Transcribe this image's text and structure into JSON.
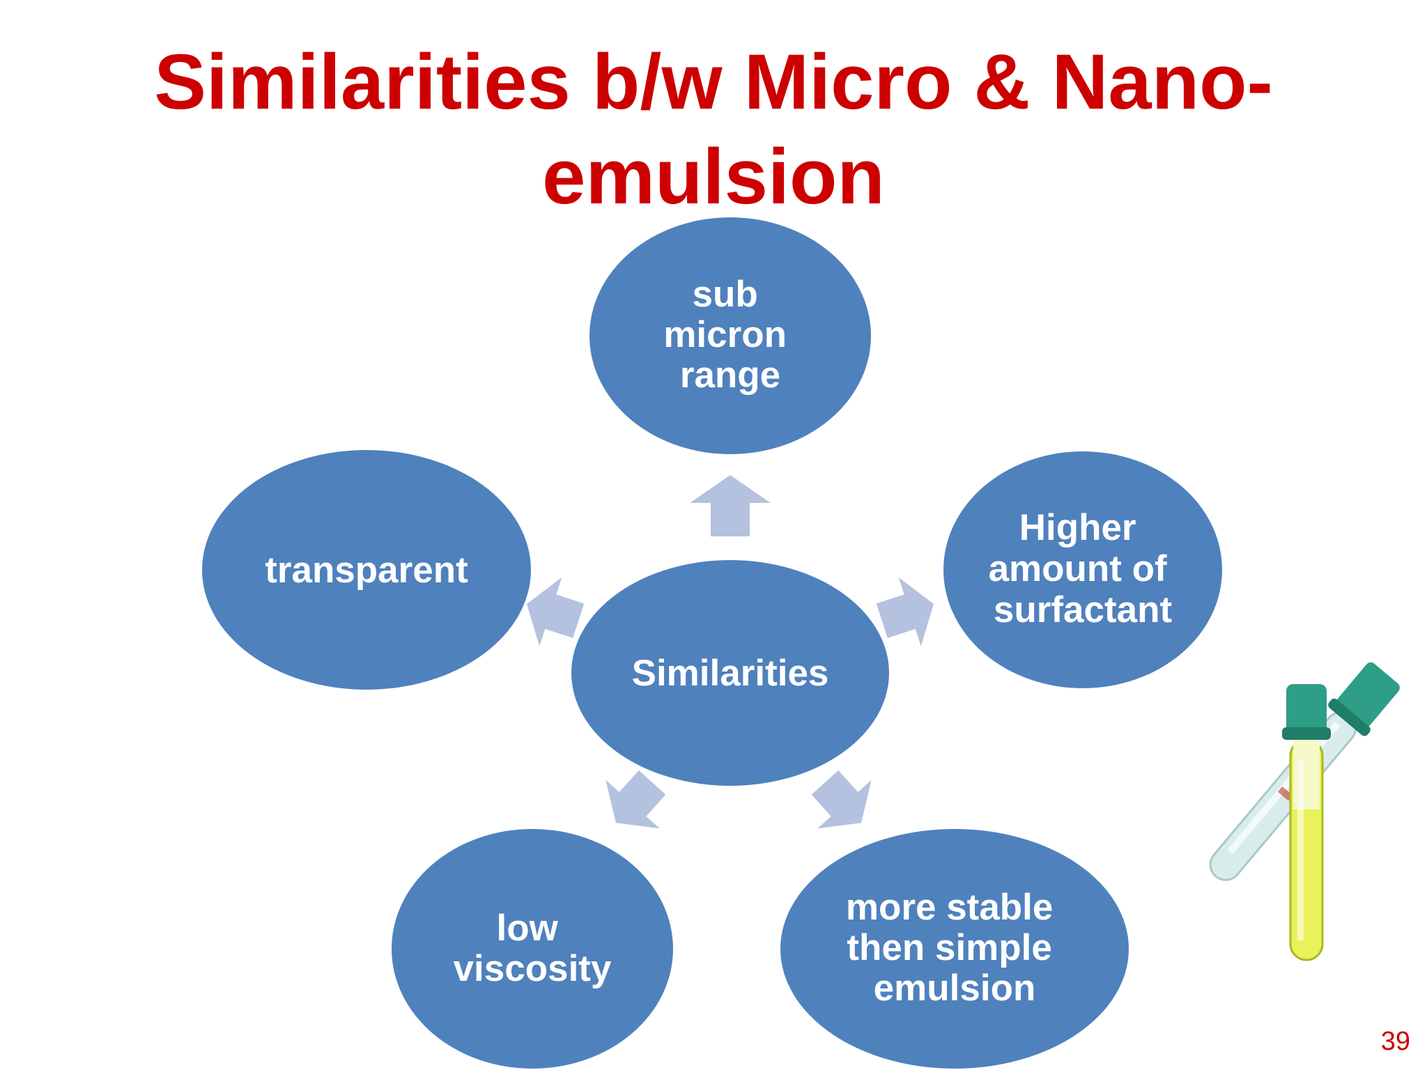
{
  "slide": {
    "title_line1": "Similarities b/w Micro & Nano-",
    "title_line2": "emulsion",
    "page_number": "39"
  },
  "diagram": {
    "center": {
      "label": [
        "Similarities"
      ]
    },
    "nodes": [
      {
        "id": "sub-micron-range",
        "label": [
          "sub",
          "micron",
          "range"
        ]
      },
      {
        "id": "higher-amount-of-surfactant",
        "label": [
          "Higher",
          "amount of",
          "surfactant"
        ]
      },
      {
        "id": "more-stable-then-simple-emulsion",
        "label": [
          "more stable",
          "then simple",
          "emulsion"
        ]
      },
      {
        "id": "low-viscosity",
        "label": [
          "low",
          "viscosity"
        ]
      },
      {
        "id": "transparent",
        "label": [
          "transparent"
        ]
      }
    ]
  },
  "colors": {
    "title": "#cc0000",
    "node_fill": "#4f81bd",
    "arrow_fill": "#b4c2df",
    "node_text": "#ffffff"
  },
  "illustration": {
    "icon": "test-tubes-icon"
  }
}
